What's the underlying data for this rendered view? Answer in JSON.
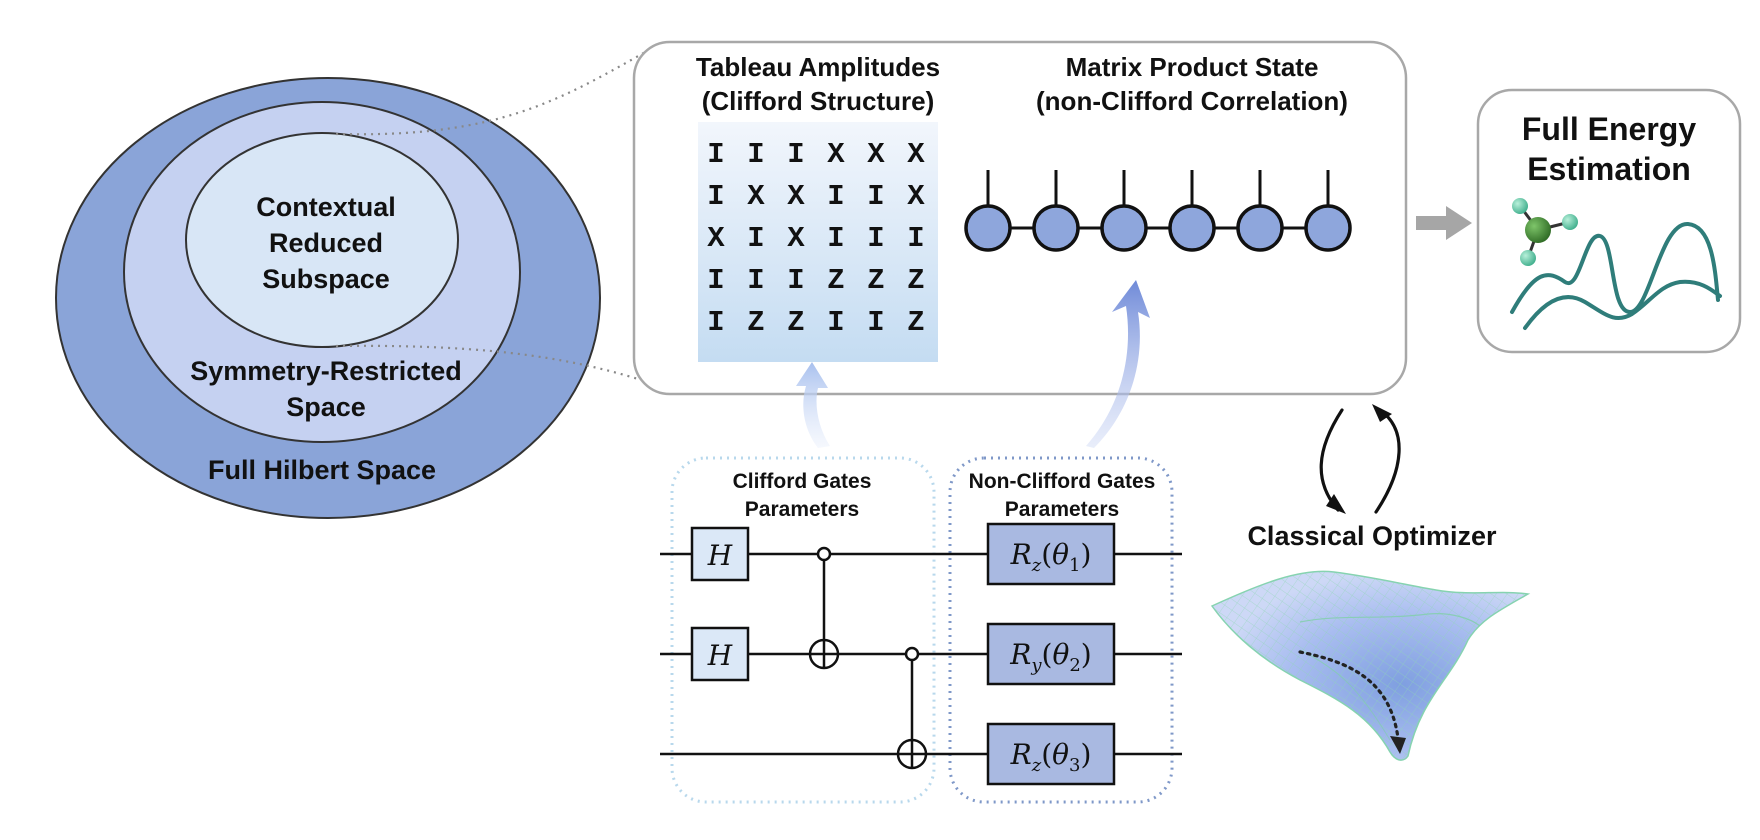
{
  "hilbert": {
    "inner_line1": "Contextual",
    "inner_line2": "Reduced",
    "inner_line3": "Subspace",
    "middle_line1": "Symmetry-Restricted",
    "middle_line2": "Space",
    "outer": "Full Hilbert Space"
  },
  "representation": {
    "tableau_title_1": "Tableau Amplitudes",
    "tableau_title_2": "(Clifford Structure)",
    "mps_title_1": "Matrix Product State",
    "mps_title_2": "(non-Clifford Correlation)",
    "tableau_rows": [
      [
        "I",
        "I",
        "I",
        "X",
        "X",
        "X"
      ],
      [
        "I",
        "X",
        "X",
        "I",
        "I",
        "X"
      ],
      [
        "X",
        "I",
        "X",
        "I",
        "I",
        "I"
      ],
      [
        "I",
        "I",
        "I",
        "Z",
        "Z",
        "Z"
      ],
      [
        "I",
        "Z",
        "Z",
        "I",
        "I",
        "Z"
      ]
    ],
    "mps_sites": 6
  },
  "energy": {
    "title_1": "Full Energy",
    "title_2": "Estimation"
  },
  "circuit": {
    "clifford_title_1": "Clifford Gates",
    "clifford_title_2": "Parameters",
    "nonclifford_title_1": "Non-Clifford Gates",
    "nonclifford_title_2": "Parameters",
    "h_gate": "H",
    "rotations": [
      {
        "axis": "z",
        "theta": "1"
      },
      {
        "axis": "y",
        "theta": "2"
      },
      {
        "axis": "z",
        "theta": "3"
      }
    ]
  },
  "optimizer": {
    "label": "Classical Optimizer"
  },
  "colors": {
    "outer_ellipse": "#8aa4d8",
    "middle_ellipse": "#c5d1f1",
    "inner_ellipse": "#d8e6f6",
    "mps_node": "#8ea6dc",
    "tableau_top": "#f2f6fc",
    "tableau_bottom": "#c4dcf2",
    "clifford_box": "#dbe8f7",
    "nonclifford_box": "#a9b9e1",
    "energy_curve": "#2f7d7a",
    "arrow_light": "#b4c8f0",
    "arrow_dark": "#7f98dc"
  }
}
